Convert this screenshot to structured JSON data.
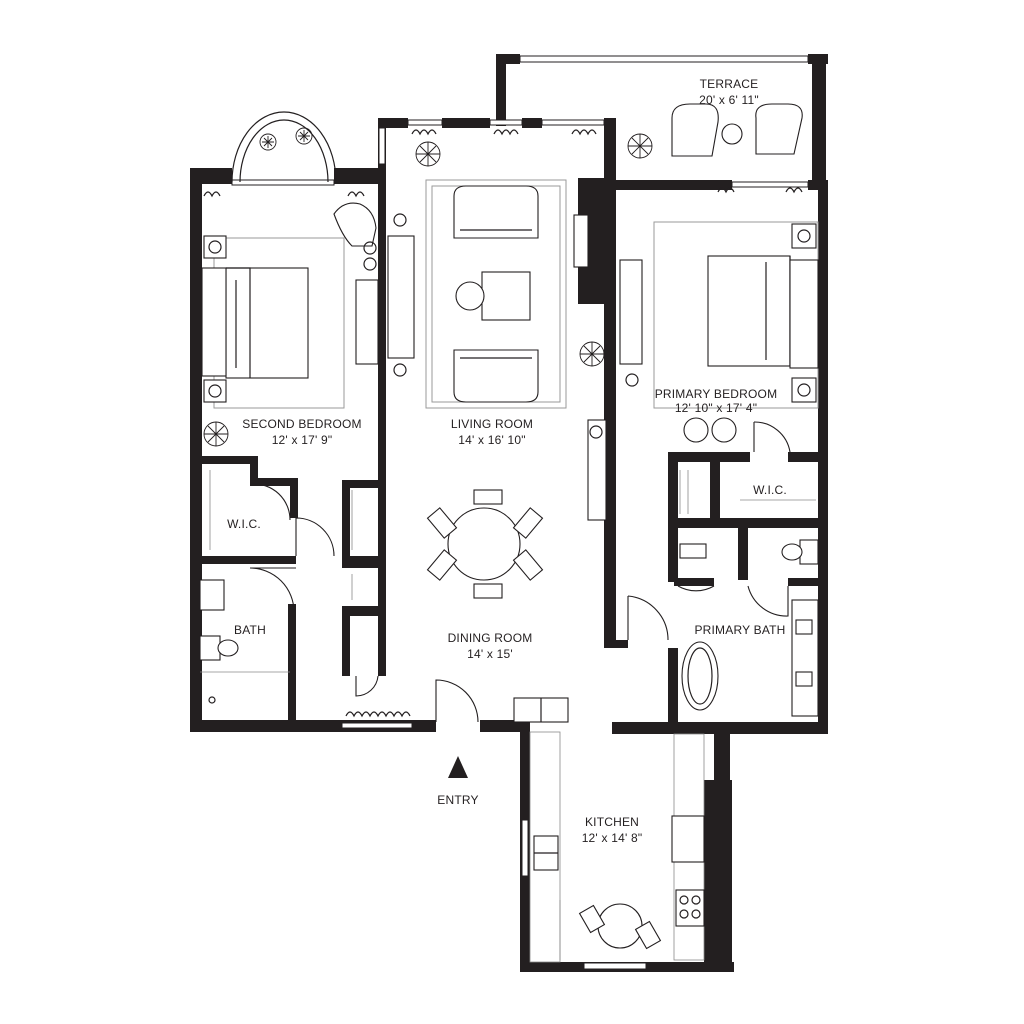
{
  "rooms": {
    "terrace": {
      "name": "TERRACE",
      "size": "20' x 6' 11\""
    },
    "living": {
      "name": "LIVING ROOM",
      "size": "14' x 16' 10\""
    },
    "second_bed": {
      "name": "SECOND BEDROOM",
      "size": "12' x 17' 9\""
    },
    "primary_bed": {
      "name": "PRIMARY BEDROOM",
      "size": "12' 10\" x 17' 4\""
    },
    "dining": {
      "name": "DINING ROOM",
      "size": "14' x 15'"
    },
    "kitchen": {
      "name": "KITCHEN",
      "size": "12' x 14' 8\""
    },
    "wic_left": {
      "name": "W.I.C."
    },
    "wic_right": {
      "name": "W.I.C."
    },
    "bath": {
      "name": "BATH"
    },
    "primary_bath": {
      "name": "PRIMARY BATH"
    }
  },
  "entry": {
    "label": "ENTRY"
  },
  "colors": {
    "wall": "#231f20",
    "background": "#ffffff",
    "rug": "#9a9a9a"
  }
}
